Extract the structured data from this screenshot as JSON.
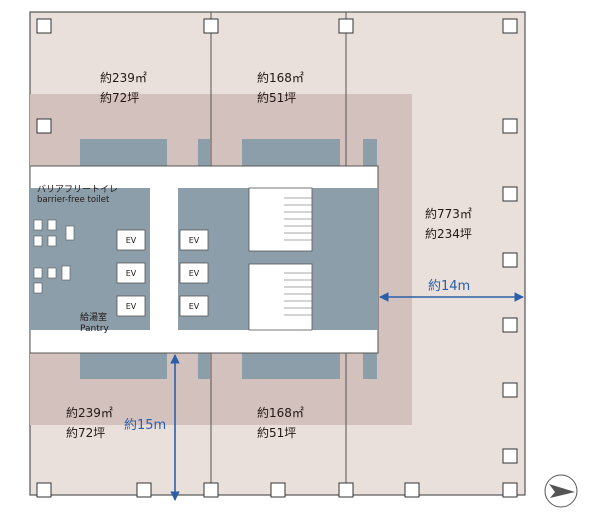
{
  "areas": [
    {
      "line1": "約239㎡",
      "line2": "約72坪"
    },
    {
      "line1": "約168㎡",
      "line2": "約51坪"
    },
    {
      "line1": "約773㎡",
      "line2": "約234坪"
    },
    {
      "line1": "約239㎡",
      "line2": "約72坪"
    },
    {
      "line1": "約168㎡",
      "line2": "約51坪"
    }
  ],
  "dimensions": {
    "horizontal": "約14m",
    "vertical": "約15m"
  },
  "labels": {
    "toilet_jp": "バリアフリートイレ",
    "toilet_en": "barrier-free toilet",
    "pantry_jp": "給湯室",
    "pantry_en": "Pantry",
    "elevator": "EV"
  },
  "colors": {
    "office_floor": "#e9dfdb",
    "zone_overlay": "#d3c1bd",
    "core": "#8c9ea9",
    "corridor": "#ffffff",
    "dimension": "#2b60a8",
    "outline": "#3b3b3b"
  },
  "north_arrow_icon": "north-arrow-icon"
}
